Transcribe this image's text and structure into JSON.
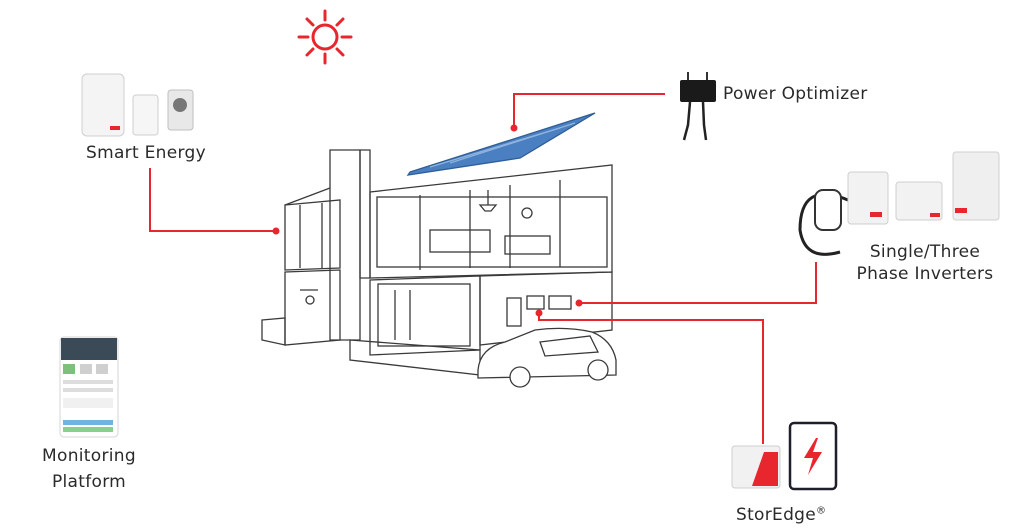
{
  "labels": {
    "smart_energy": "Smart Energy",
    "power_optimizer": "Power Optimizer",
    "inverters_line1": "Single/Three",
    "inverters_line2": "Phase Inverters",
    "monitoring_line1": "Monitoring",
    "monitoring_line2": "Platform",
    "storedge": "StorEdge",
    "storedge_mark": "®"
  },
  "colors": {
    "accent": "#e8262d",
    "line": "#3a3a3a",
    "panel": "#4a7fc1"
  },
  "icons": {
    "sun": "sun-icon",
    "lightning": "lightning-icon"
  }
}
